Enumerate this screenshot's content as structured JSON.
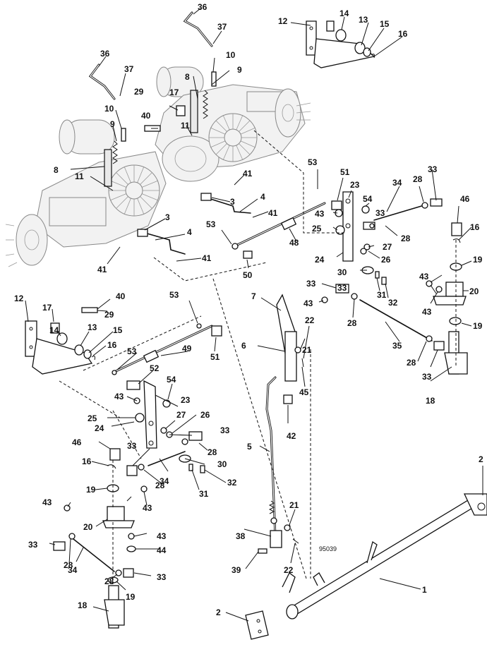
{
  "figure_code": "95039",
  "labels": {
    "l1": "1",
    "l2a": "2",
    "l2b": "2",
    "l3a": "3",
    "l3b": "3",
    "l4a": "4",
    "l4b": "4",
    "l5": "5",
    "l6": "6",
    "l7": "7",
    "l8a": "8",
    "l8b": "8",
    "l9a": "9",
    "l9b": "9",
    "l10a": "10",
    "l10b": "10",
    "l11a": "11",
    "l11b": "11",
    "l12a": "12",
    "l12b": "12",
    "l13a": "13",
    "l13b": "13",
    "l14a": "14",
    "l14b": "14",
    "l15a": "15",
    "l15b": "15",
    "l16a": "16",
    "l16b": "16",
    "l16c": "16",
    "l16d": "16",
    "l17a": "17",
    "l17b": "17",
    "l18a": "18",
    "l18b": "18",
    "l19a": "19",
    "l19b": "19",
    "l19c": "19",
    "l19d": "19",
    "l20a": "20",
    "l20b": "20",
    "l21a": "21",
    "l21b": "21",
    "l22a": "22",
    "l22b": "22",
    "l23a": "23",
    "l23b": "23",
    "l24a": "24",
    "l24b": "24",
    "l25a": "25",
    "l25b": "25",
    "l26a": "26",
    "l26b": "26",
    "l27a": "27",
    "l27b": "27",
    "l28a": "28",
    "l28b": "28",
    "l28c": "28",
    "l28d": "28",
    "l28e": "28",
    "l28f": "28",
    "l28g": "28",
    "l28h": "28",
    "l29a": "29",
    "l29b": "29",
    "l30a": "30",
    "l30b": "30",
    "l31a": "31",
    "l31b": "31",
    "l32a": "32",
    "l32b": "32",
    "l33a": "33",
    "l33b": "33",
    "l33c": "33",
    "l33d": "33",
    "l33e": "33",
    "l33f": "33",
    "l33g": "33",
    "l33h": "33",
    "l33i": "33",
    "l34a": "34",
    "l34b": "34",
    "l34c": "34",
    "l35": "35",
    "l36a": "36",
    "l36b": "36",
    "l37a": "37",
    "l37b": "37",
    "l38": "38",
    "l39": "39",
    "l40a": "40",
    "l40b": "40",
    "l41a": "41",
    "l41b": "41",
    "l41c": "41",
    "l41d": "41",
    "l42": "42",
    "l43a": "43",
    "l43b": "43",
    "l43c": "43",
    "l43d": "43",
    "l43e": "43",
    "l43f": "43",
    "l43g": "43",
    "l43h": "43",
    "l44": "44",
    "l45": "45",
    "l46a": "46",
    "l46b": "46",
    "l48": "48",
    "l49": "49",
    "l50": "50",
    "l51a": "51",
    "l51b": "51",
    "l52": "52",
    "l53a": "53",
    "l53b": "53",
    "l53c": "53",
    "l53d": "53",
    "l54a": "54",
    "l54b": "54"
  }
}
